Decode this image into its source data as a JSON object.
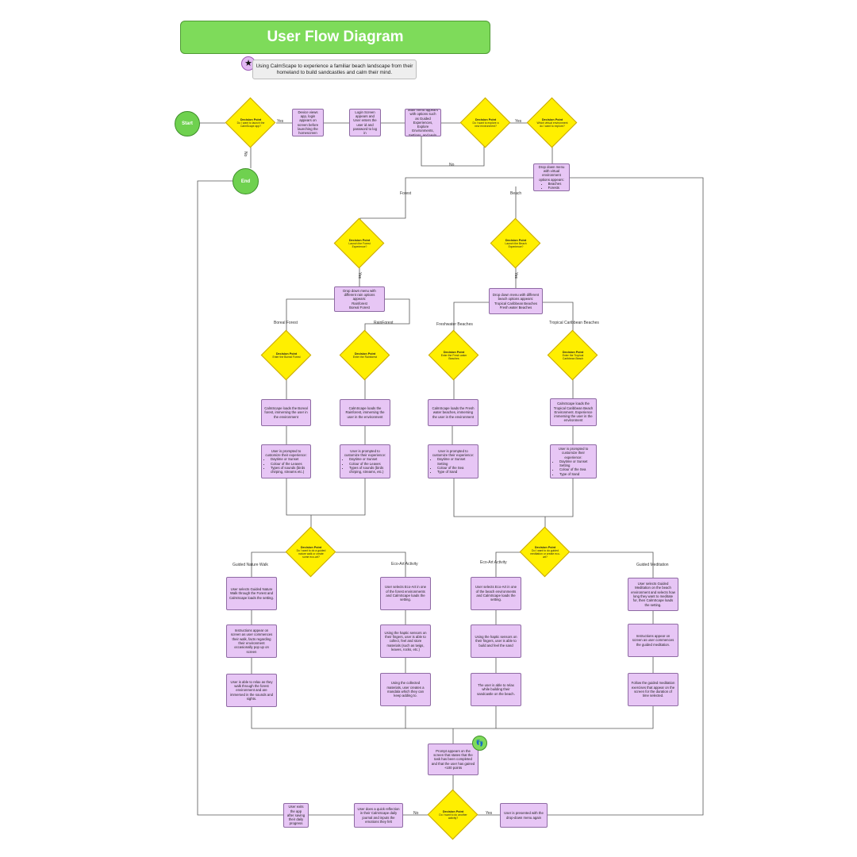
{
  "title": "User Flow Diagram",
  "subtitle": "Using CalmScape to experience a familiar beach landscape from their homeland to build sandcastles and calm their mind.",
  "start_label": "Start",
  "end_label": "End",
  "edge_labels": {
    "yes": "Yes",
    "no": "No",
    "forest": "Forest",
    "beach": "Beach",
    "boreal": "Boreal Forest",
    "rainforest": "RainForest",
    "freshwater": "Freshwater Beaches",
    "tropical": "Tropical Caribbean Beaches",
    "guided_walk": "Guided Nature Walk",
    "eco_art_forest": "Eco-Art Activity",
    "eco_art_beach": "Eco-Art Activity",
    "guided_meditation": "Guided Meditation"
  },
  "decisions": {
    "d1": {
      "title": "Decision Point",
      "text": "Do I want to launch the CalmScape app?"
    },
    "d2": {
      "title": "Decision Point",
      "text": "Do I want to explore a new environment?"
    },
    "d3": {
      "title": "Decision Point",
      "text": "Which virtual environment do I want to explore?"
    },
    "d4": {
      "title": "Decision Point",
      "text": "Launch the Forest Experience?"
    },
    "d5": {
      "title": "Decision Point",
      "text": "Launch the Beach Experience?"
    },
    "d6": {
      "title": "Decision Point",
      "text": "Enter the Boreal Forest"
    },
    "d7": {
      "title": "Decision Point",
      "text": "Enter the Rainforest"
    },
    "d8": {
      "title": "Decision Point",
      "text": "Enter the Fresh water Beaches"
    },
    "d9": {
      "title": "Decision Point",
      "text": "Enter the Tropical Caribbean Beach"
    },
    "d10": {
      "title": "Decision Point",
      "text": "Do I want to do a guided nature walk or create some eco-art?"
    },
    "d11": {
      "title": "Decision Point",
      "text": "Do I want to do guided meditation or create eco-art?"
    },
    "d12": {
      "title": "Decision Point",
      "text": "Do I want to do another activity?"
    }
  },
  "boxes": {
    "device": "Device views app, login appears on screen before launching the homescreen",
    "login": "Login Screen appears and User enters the user id and password to log in",
    "menu": "Main menu appears with options such as Guided Experiences, Explore Environments, Settings, and Help.",
    "dropdown_env": {
      "text": "Drop down menu with virtual environment options appears:",
      "items": [
        "Beaches",
        "Forests"
      ]
    },
    "forest_menu": {
      "text": "Drop down menu with different rain options appears:",
      "lines": [
        "Rainforest",
        "Boreal Forest"
      ]
    },
    "beach_menu": {
      "text": "Drop down menu with different beach options appears:",
      "lines": [
        "Tropical Caribbean Beaches",
        "Fresh water Beaches"
      ]
    },
    "boreal_load": "CalmScape loads the Boreal forest, immersing the user in the environment",
    "rain_load": "CalmScape loads the Rainforest, immersing the user in the environment",
    "fresh_load": "CalmScape loads the Fresh water beaches, immersing the user in the environment",
    "trop_load": "CalmScape loads the Tropical Caribbean Beach Environment. Experience immersing the user in the environment",
    "boreal_custom": {
      "text": "User is prompted to customize their experience:",
      "items": [
        "Daytime or Sunset",
        "Colour of the Leaves",
        "Types of sounds (birds chirping, streams etc.)"
      ]
    },
    "rain_custom": {
      "text": "User is prompted to customize their experience:",
      "items": [
        "Daytime or Sunset",
        "Colour of the Leaves",
        "Types of sounds (birds chirping, streams, etc.)"
      ]
    },
    "fresh_custom": {
      "text": "User is prompted to customize their experience:",
      "items": [
        "Daytime or Sunset Setting",
        "Colour of the Sea",
        "Type of Sand"
      ]
    },
    "trop_custom": {
      "text": "User is prompted to customize their experience:",
      "items": [
        "Daytime or Sunset Setting",
        "Colour of the Sea",
        "Type of Sand"
      ]
    },
    "walk1": "User selects Guided Nature Walk through the Forest and CalmScape loads the setting.",
    "walk2": "Instructions appear on screen as user commences their walk, facts regarding their environment occasionally pop up on screen",
    "walk3": "User is able to relax as they walk through the forest environment and are immersed in the sounds and sights.",
    "feco1": "User selects Eco-Art in one of the forest environments and CalmScape loads the setting.",
    "feco2": "Using the haptic sensors on their fingers, user is able to collect, feel and store materials (such as twigs, leaves, rocks, etc.)",
    "feco3": "Using the collected materials, user creates a mandala which they can keep adding to.",
    "beco1": "User selects Eco-Art in one of the beach environments and CalmScape loads the setting.",
    "beco2": "Using the haptic sensors on their fingers, user is able to build and feel the sand",
    "beco3": "The user is able to relax while building their sandcastle on the beach.",
    "med1": "User selects Guided Meditation on the beach environment and selects how long they want to meditate for, then CalmScape loads the setting.",
    "med2": "Instructions appear on screen as user commences the guided meditation.",
    "med3": "Follow the guided meditation exercises that appear on the screen for the duration of time selected.",
    "prompt": "Prompt appears on the screen that states that the task has been completed and that the user has gained +100 points",
    "journal": "User does a quick reflection in their CalmScape daily journal and inputs the emotions they felt",
    "exit": "User exits the app after saving their daily progress",
    "again": "User is presented with the drop-down menu again"
  },
  "colors": {
    "title_bg": "#7edb5a",
    "start_end": "#6fd14f",
    "decision": "#ffef00",
    "process": "#e7c6f5",
    "connector": "#555555"
  }
}
